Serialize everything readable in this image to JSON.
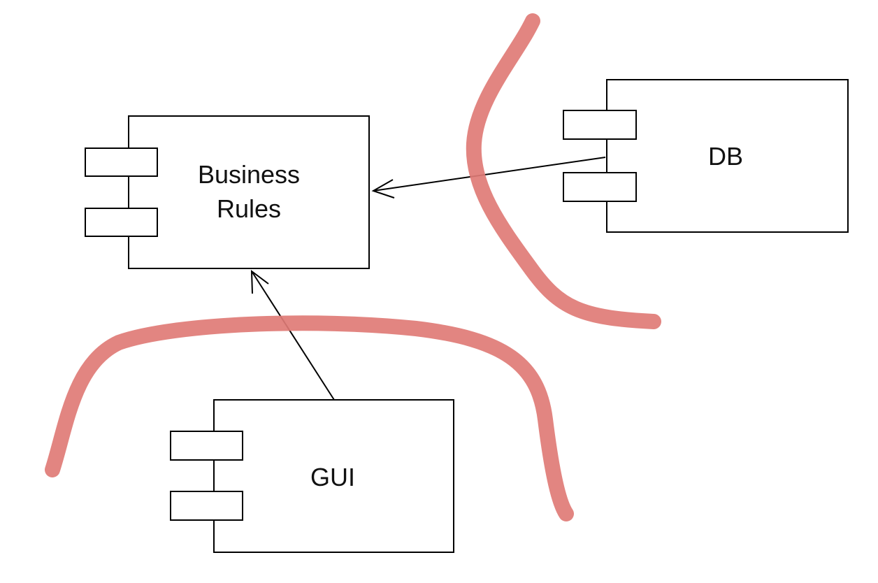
{
  "components": {
    "business_rules": {
      "label_line1": "Business",
      "label_line2": "Rules"
    },
    "db": {
      "label": "DB"
    },
    "gui": {
      "label": "GUI"
    }
  },
  "colors": {
    "boundary": "#e07b76",
    "line": "#000000",
    "box_fill": "#ffffff"
  }
}
